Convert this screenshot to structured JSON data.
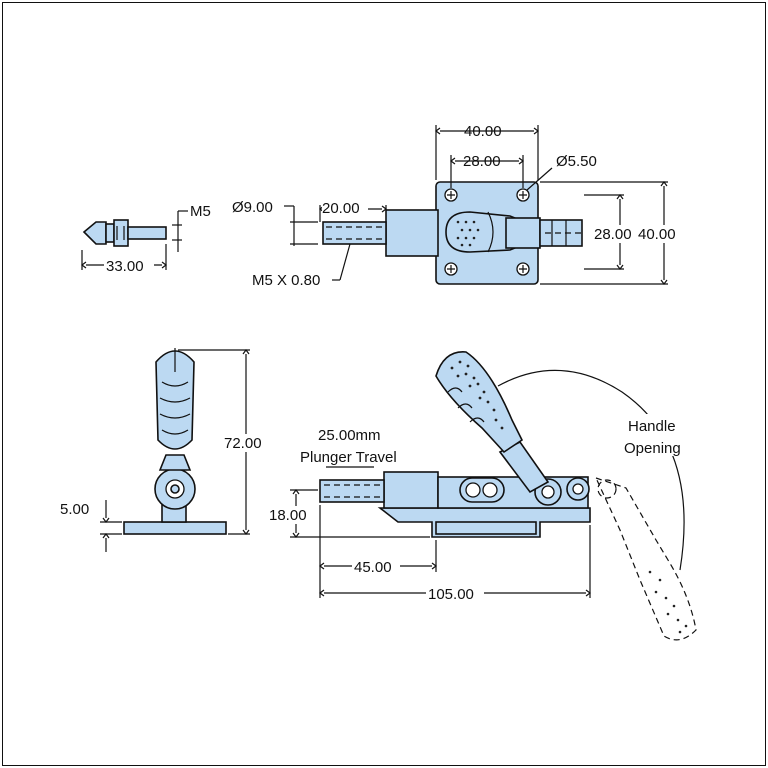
{
  "colors": {
    "part_fill": "#bcd9f2",
    "line": "#111111",
    "background": "#ffffff"
  },
  "labels": {
    "dim_40_top": "40.00",
    "dim_28_top": "28.00",
    "dia_5_50": "Ø5.50",
    "dia_9_00": "Ø9.00",
    "dim_20_00": "20.00",
    "thread_m5x080": "M5 X 0.80",
    "dim_28_right": "28.00",
    "dim_40_right": "40.00",
    "m5": "M5",
    "dim_33_00": "33.00",
    "dim_72_00": "72.00",
    "dim_5_00": "5.00",
    "travel_value": "25.00mm",
    "travel_text": "Plunger Travel",
    "dim_18_00": "18.00",
    "dim_45_00": "45.00",
    "dim_105_00": "105.00",
    "handle_line1": "Handle",
    "handle_line2": "Opening"
  }
}
